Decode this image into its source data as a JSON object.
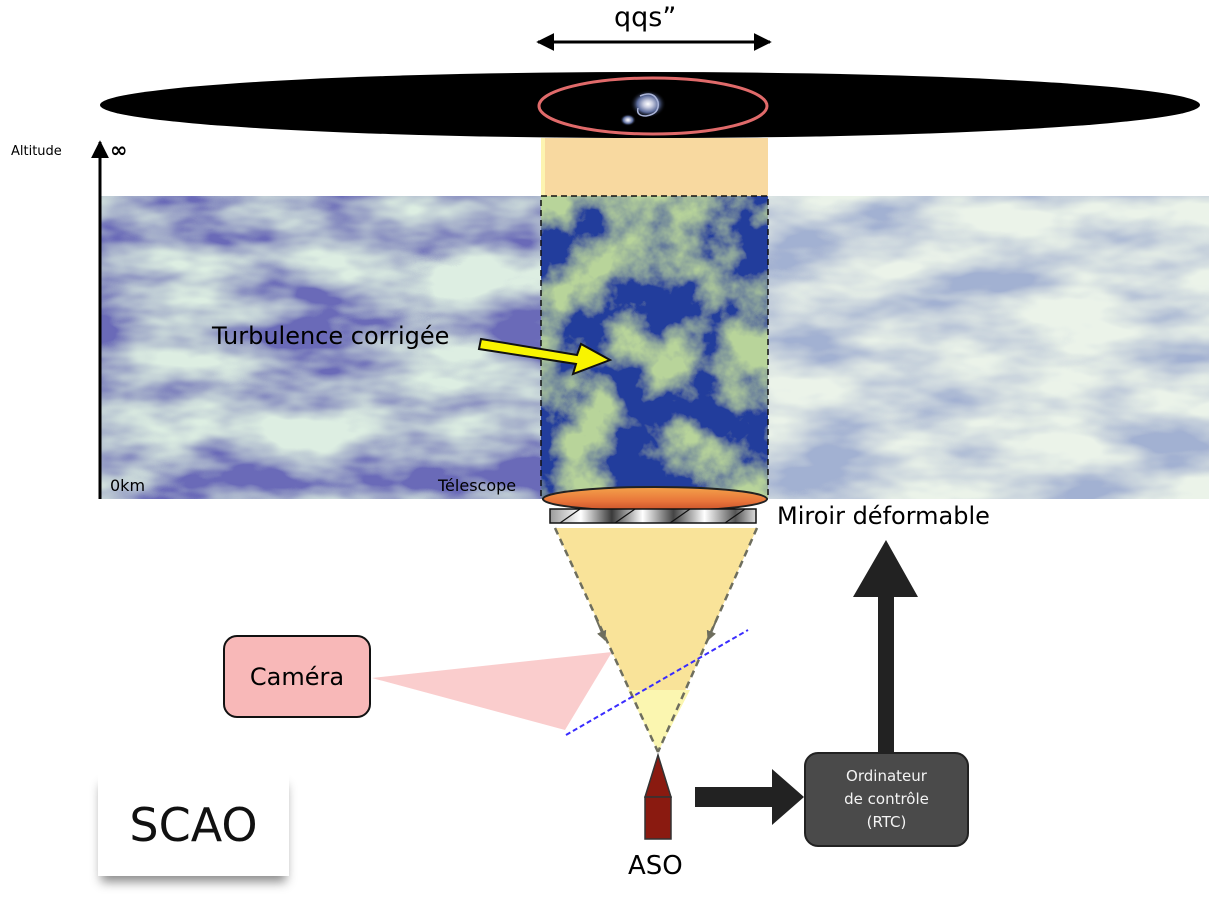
{
  "diagram": {
    "field_of_view_label": "qqs”",
    "altitude_axis": {
      "label": "Altitude",
      "top_symbol": "∞",
      "ground_label": "0km"
    },
    "telescope_label": "Télescope",
    "turbulence_label": "Turbulence corrigée",
    "mirror_label": "Miroir déformable",
    "camera_label": "Caméra",
    "wfs_label": "ASO",
    "rtc_label": {
      "line1": "Ordinateur",
      "line2": "de contrôle",
      "line3": "(RTC)"
    },
    "mode_label": "SCAO"
  },
  "colors": {
    "sky": "#000000",
    "target_ellipse": "#e06a6a",
    "beam": "#f8d9a0",
    "turbulence_light": "#c8dcb4",
    "turbulence_dark": "#5c64b0",
    "corrected_green": "#7aa84a",
    "arrow_yellow": "#f8f400",
    "camera_fill": "#f8b8b8",
    "rtc_fill": "#4a4a4a",
    "wfs_red": "#8a1a10",
    "dichroic_blue": "#3a2cff"
  }
}
